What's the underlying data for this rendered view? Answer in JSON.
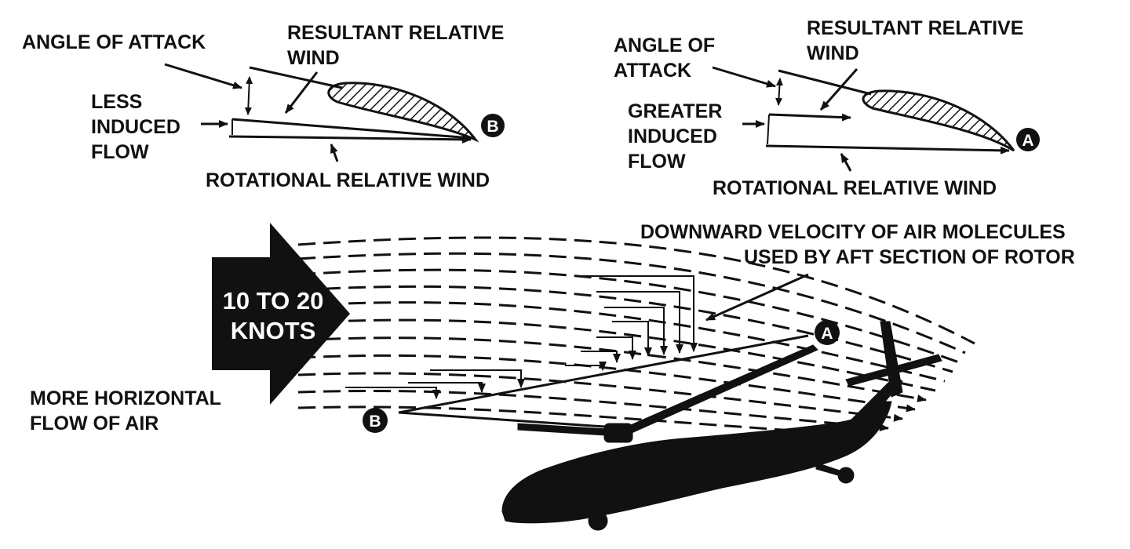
{
  "colors": {
    "ink": "#111111",
    "background": "#ffffff"
  },
  "left_airfoil": {
    "angle_of_attack": "ANGLE OF ATTACK",
    "resultant_wind_line1": "RESULTANT RELATIVE",
    "resultant_wind_line2": "WIND",
    "induced_line1": "LESS",
    "induced_line2": "INDUCED",
    "induced_line3": "FLOW",
    "rotational_wind": "ROTATIONAL RELATIVE WIND",
    "marker": "B"
  },
  "right_airfoil": {
    "angle_line1": "ANGLE OF",
    "angle_line2": "ATTACK",
    "resultant_wind_line1": "RESULTANT RELATIVE",
    "resultant_wind_line2": "WIND",
    "induced_line1": "GREATER",
    "induced_line2": "INDUCED",
    "induced_line3": "FLOW",
    "rotational_wind": "ROTATIONAL RELATIVE WIND",
    "marker": "A"
  },
  "airspeed_arrow": {
    "line1": "10 TO 20",
    "line2": "KNOTS"
  },
  "downward_velocity": {
    "line1": "DOWNWARD VELOCITY OF AIR MOLECULES",
    "line2": "USED BY AFT SECTION OF ROTOR"
  },
  "horizontal_flow": {
    "line1": "MORE HORIZONTAL",
    "line2": "FLOW OF AIR"
  },
  "rotor_markers": {
    "aft": "A",
    "forward": "B"
  },
  "icons": [
    "helicopter-silhouette-icon",
    "wide-arrow-icon",
    "airfoil-icon"
  ]
}
